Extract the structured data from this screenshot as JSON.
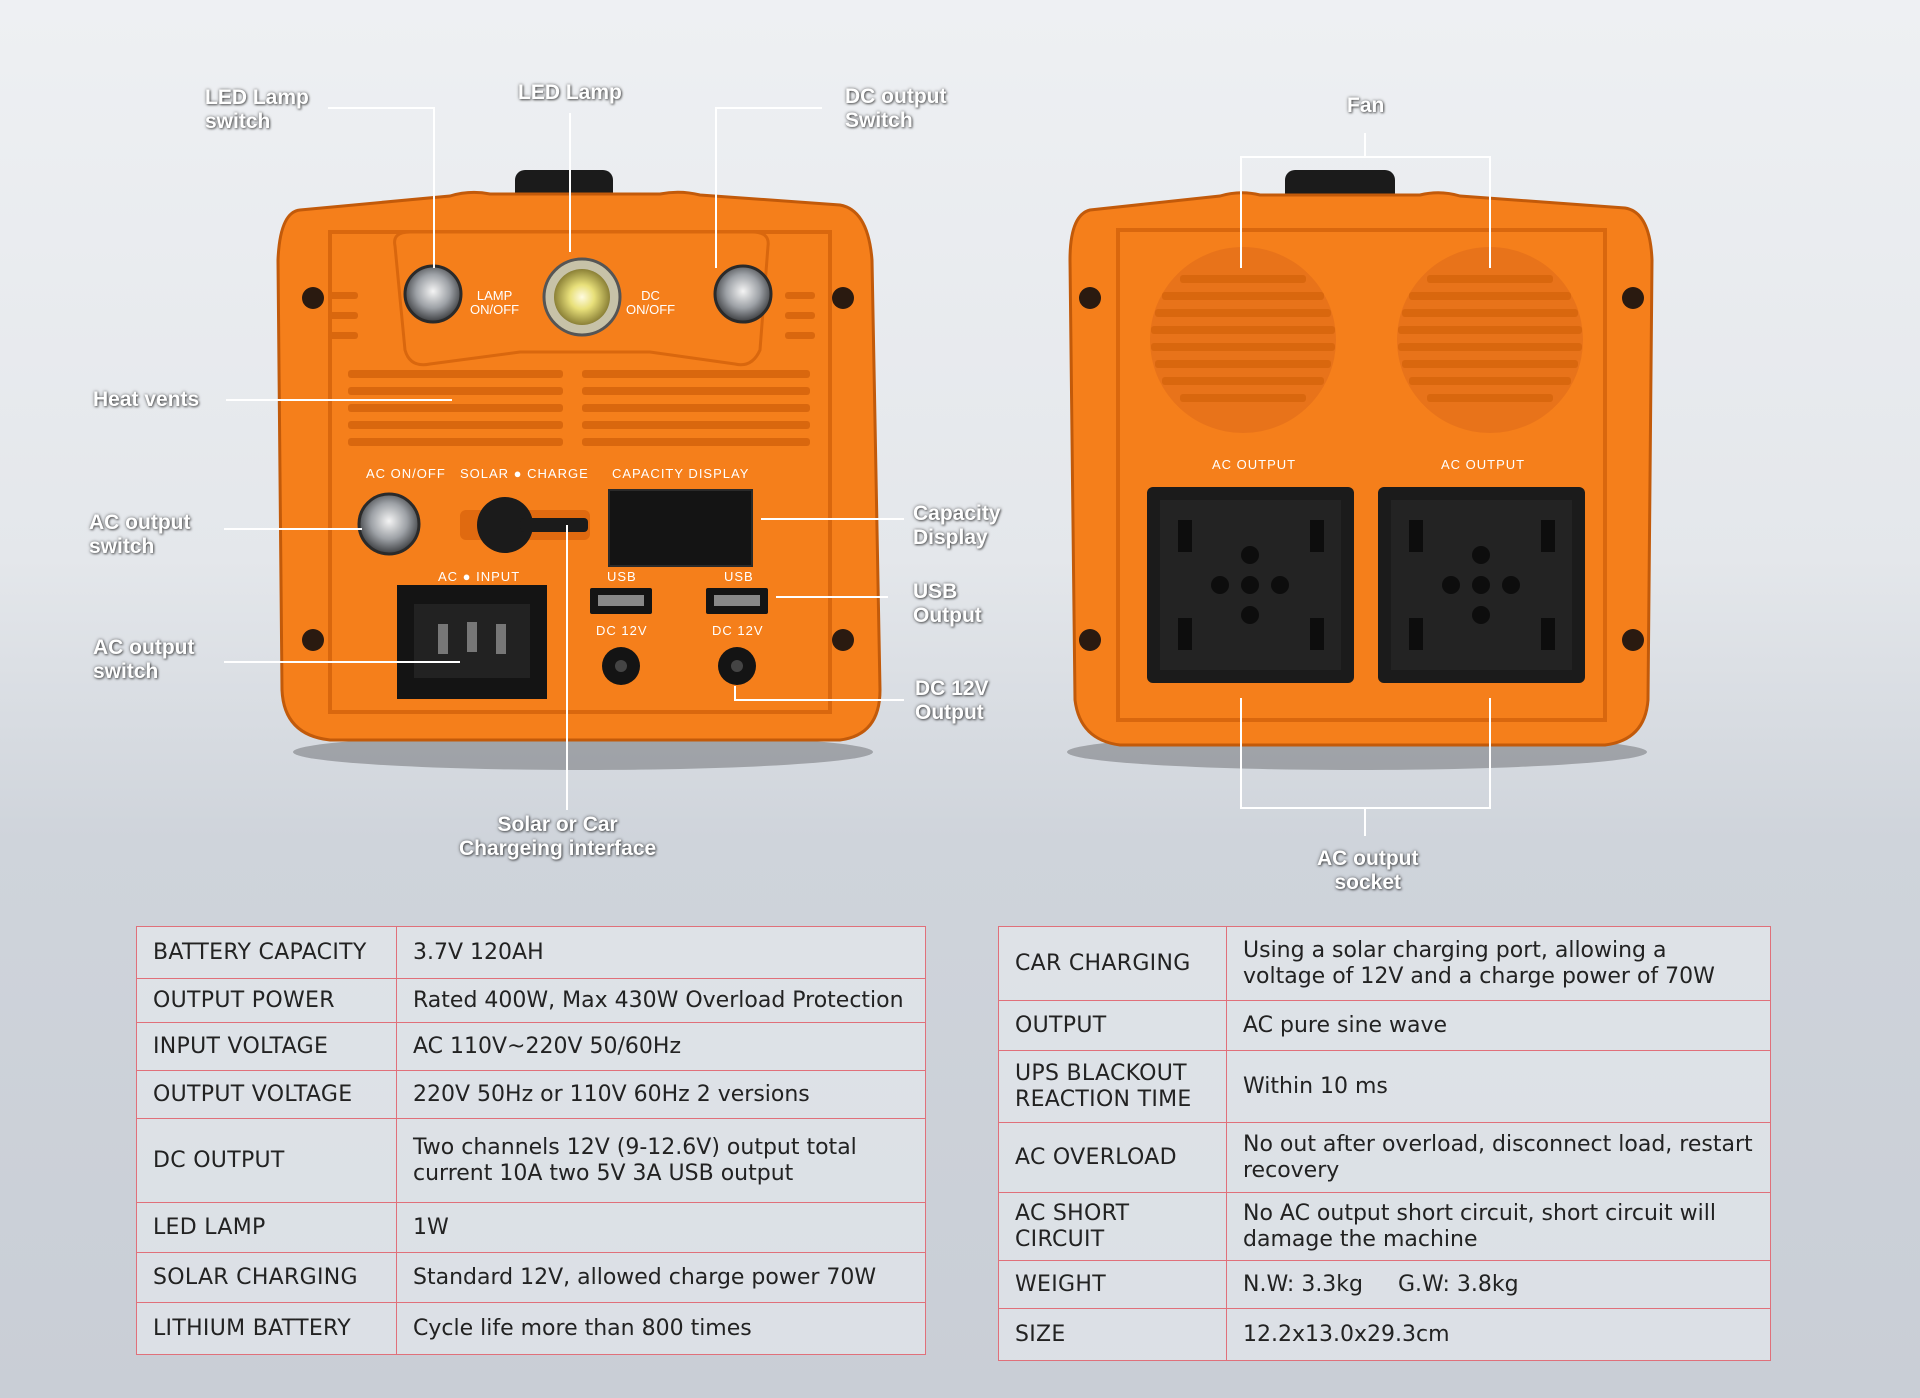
{
  "callouts": {
    "led_lamp_switch": "LED Lamp\nswitch",
    "led_lamp": "LED Lamp",
    "dc_output_switch": "DC output\nSwitch",
    "fan": "Fan",
    "heat_vents": "Heat vents",
    "ac_output_switch_1": "AC output\nswitch",
    "ac_output_switch_2": "AC output\nswitch",
    "capacity_display": "Capacity\nDisplay",
    "usb_output": "USB\nOutput",
    "dc_12v_output": "DC 12V\nOutput",
    "solar_car_interface": "Solar or Car\nChargeing interface",
    "ac_output_socket": "AC output\nsocket"
  },
  "panel_labels": {
    "lamp_onoff": "LAMP\nON/OFF",
    "dc_onoff": "DC\nON/OFF",
    "ac_onoff": "AC ON/OFF",
    "solar_charge": "SOLAR ● CHARGE",
    "capacity_display": "CAPACITY DISPLAY",
    "ac_input": "AC ● INPUT",
    "usb_1": "USB",
    "usb_2": "USB",
    "dc12v_1": "DC 12V",
    "dc12v_2": "DC 12V",
    "ac_output_1": "AC OUTPUT",
    "ac_output_2": "AC OUTPUT"
  },
  "left_table": [
    {
      "key": "BATTERY CAPACITY",
      "value": "3.7V 120AH"
    },
    {
      "key": "OUTPUT POWER",
      "value": "Rated 400W, Max 430W Overload Protection"
    },
    {
      "key": "INPUT VOLTAGE",
      "value": "AC 110V~220V 50/60Hz"
    },
    {
      "key": "OUTPUT VOLTAGE",
      "value": "220V 50Hz or 110V 60Hz 2 versions"
    },
    {
      "key": "DC OUTPUT",
      "value": "Two channels 12V (9-12.6V) output total current 10A two 5V 3A USB output"
    },
    {
      "key": "LED LAMP",
      "value": "1W"
    },
    {
      "key": "SOLAR CHARGING",
      "value": "Standard 12V, allowed charge power 70W"
    },
    {
      "key": "LITHIUM BATTERY",
      "value": "Cycle life more than 800 times"
    }
  ],
  "right_table": [
    {
      "key": "CAR CHARGING",
      "value": "Using a solar charging port, allowing a voltage of 12V and a charge power of 70W"
    },
    {
      "key": "OUTPUT",
      "value": "AC pure sine wave"
    },
    {
      "key": "UPS BLACKOUT REACTION TIME",
      "value": "Within 10 ms"
    },
    {
      "key": "AC OVERLOAD",
      "value": "No out after overload, disconnect load, restart recovery"
    },
    {
      "key": "AC SHORT CIRCUIT",
      "value": "No AC output short circuit, short circuit will damage the machine"
    },
    {
      "key": "WEIGHT",
      "value": "N.W: 3.3kg     G.W: 3.8kg"
    },
    {
      "key": "SIZE",
      "value": "12.2x13.0x29.3cm"
    }
  ],
  "colors": {
    "body": "#f57f1b",
    "body_dark": "#d9670e",
    "panel": "#1b1b1b",
    "table_border": "#e0707a"
  }
}
